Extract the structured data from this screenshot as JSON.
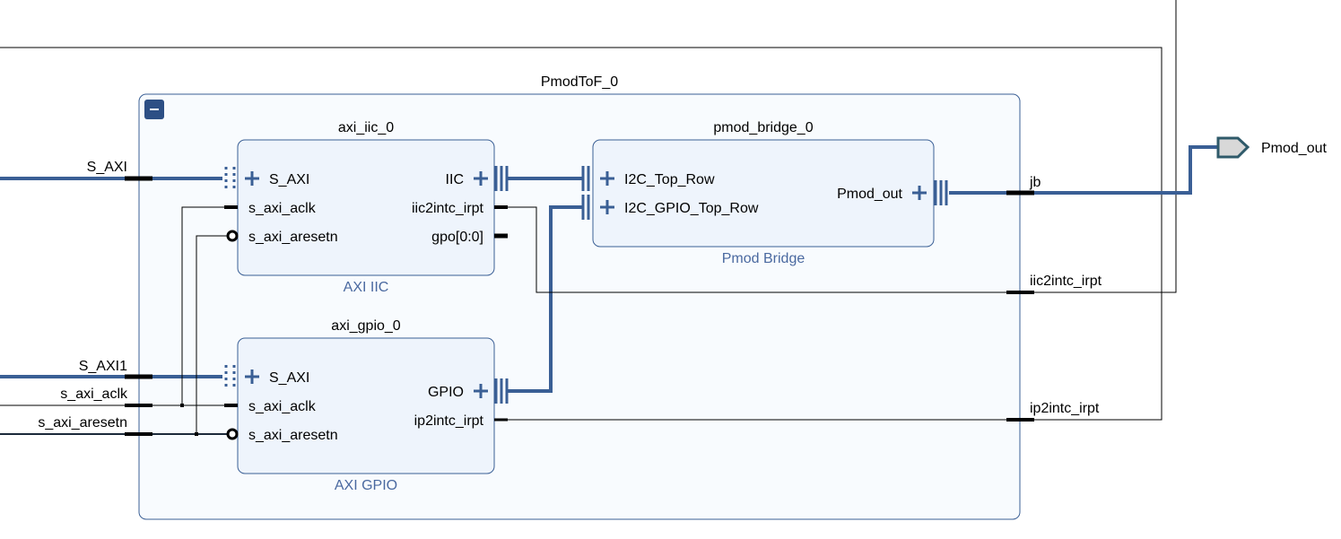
{
  "colors": {
    "bus": "#3a5f95",
    "wire": "#000000",
    "block_fill": "#eef4fc",
    "block_stroke": "#3a5f95",
    "hier_fill": "#f8fbfe",
    "caption": "#4a69a0",
    "port_fill": "#d8d8d8",
    "port_stroke": "#2f5a6a"
  },
  "icons": {
    "collapse": "minus-square-icon",
    "bus_expand": "plus-icon",
    "output_port": "pentagon-port-icon",
    "inverted_input": "bubble-icon"
  },
  "hier": {
    "name": "PmodToF_0",
    "collapse_symbol": "−"
  },
  "blocks": {
    "iic": {
      "name": "axi_iic_0",
      "caption": "AXI IIC",
      "pins": {
        "s_axi": "S_AXI",
        "aclk": "s_axi_aclk",
        "aresetn": "s_axi_aresetn",
        "iic": "IIC",
        "irpt": "iic2intc_irpt",
        "gpo": "gpo[0:0]"
      }
    },
    "gpio": {
      "name": "axi_gpio_0",
      "caption": "AXI GPIO",
      "pins": {
        "s_axi": "S_AXI",
        "aclk": "s_axi_aclk",
        "aresetn": "s_axi_aresetn",
        "gpio": "GPIO",
        "irpt": "ip2intc_irpt"
      }
    },
    "bridge": {
      "name": "pmod_bridge_0",
      "caption": "Pmod Bridge",
      "pins": {
        "top_row": "I2C_Top_Row",
        "gpio_top_row": "I2C_GPIO_Top_Row",
        "pmod_out": "Pmod_out"
      }
    }
  },
  "hier_pins": {
    "left": {
      "s_axi": "S_AXI",
      "s_axi1": "S_AXI1",
      "aclk": "s_axi_aclk",
      "aresetn": "s_axi_aresetn"
    },
    "right": {
      "jb": "jb",
      "iic2intc_irpt": "iic2intc_irpt",
      "ip2intc_irpt": "ip2intc_irpt"
    }
  },
  "external_port": {
    "label": "Pmod_out"
  }
}
